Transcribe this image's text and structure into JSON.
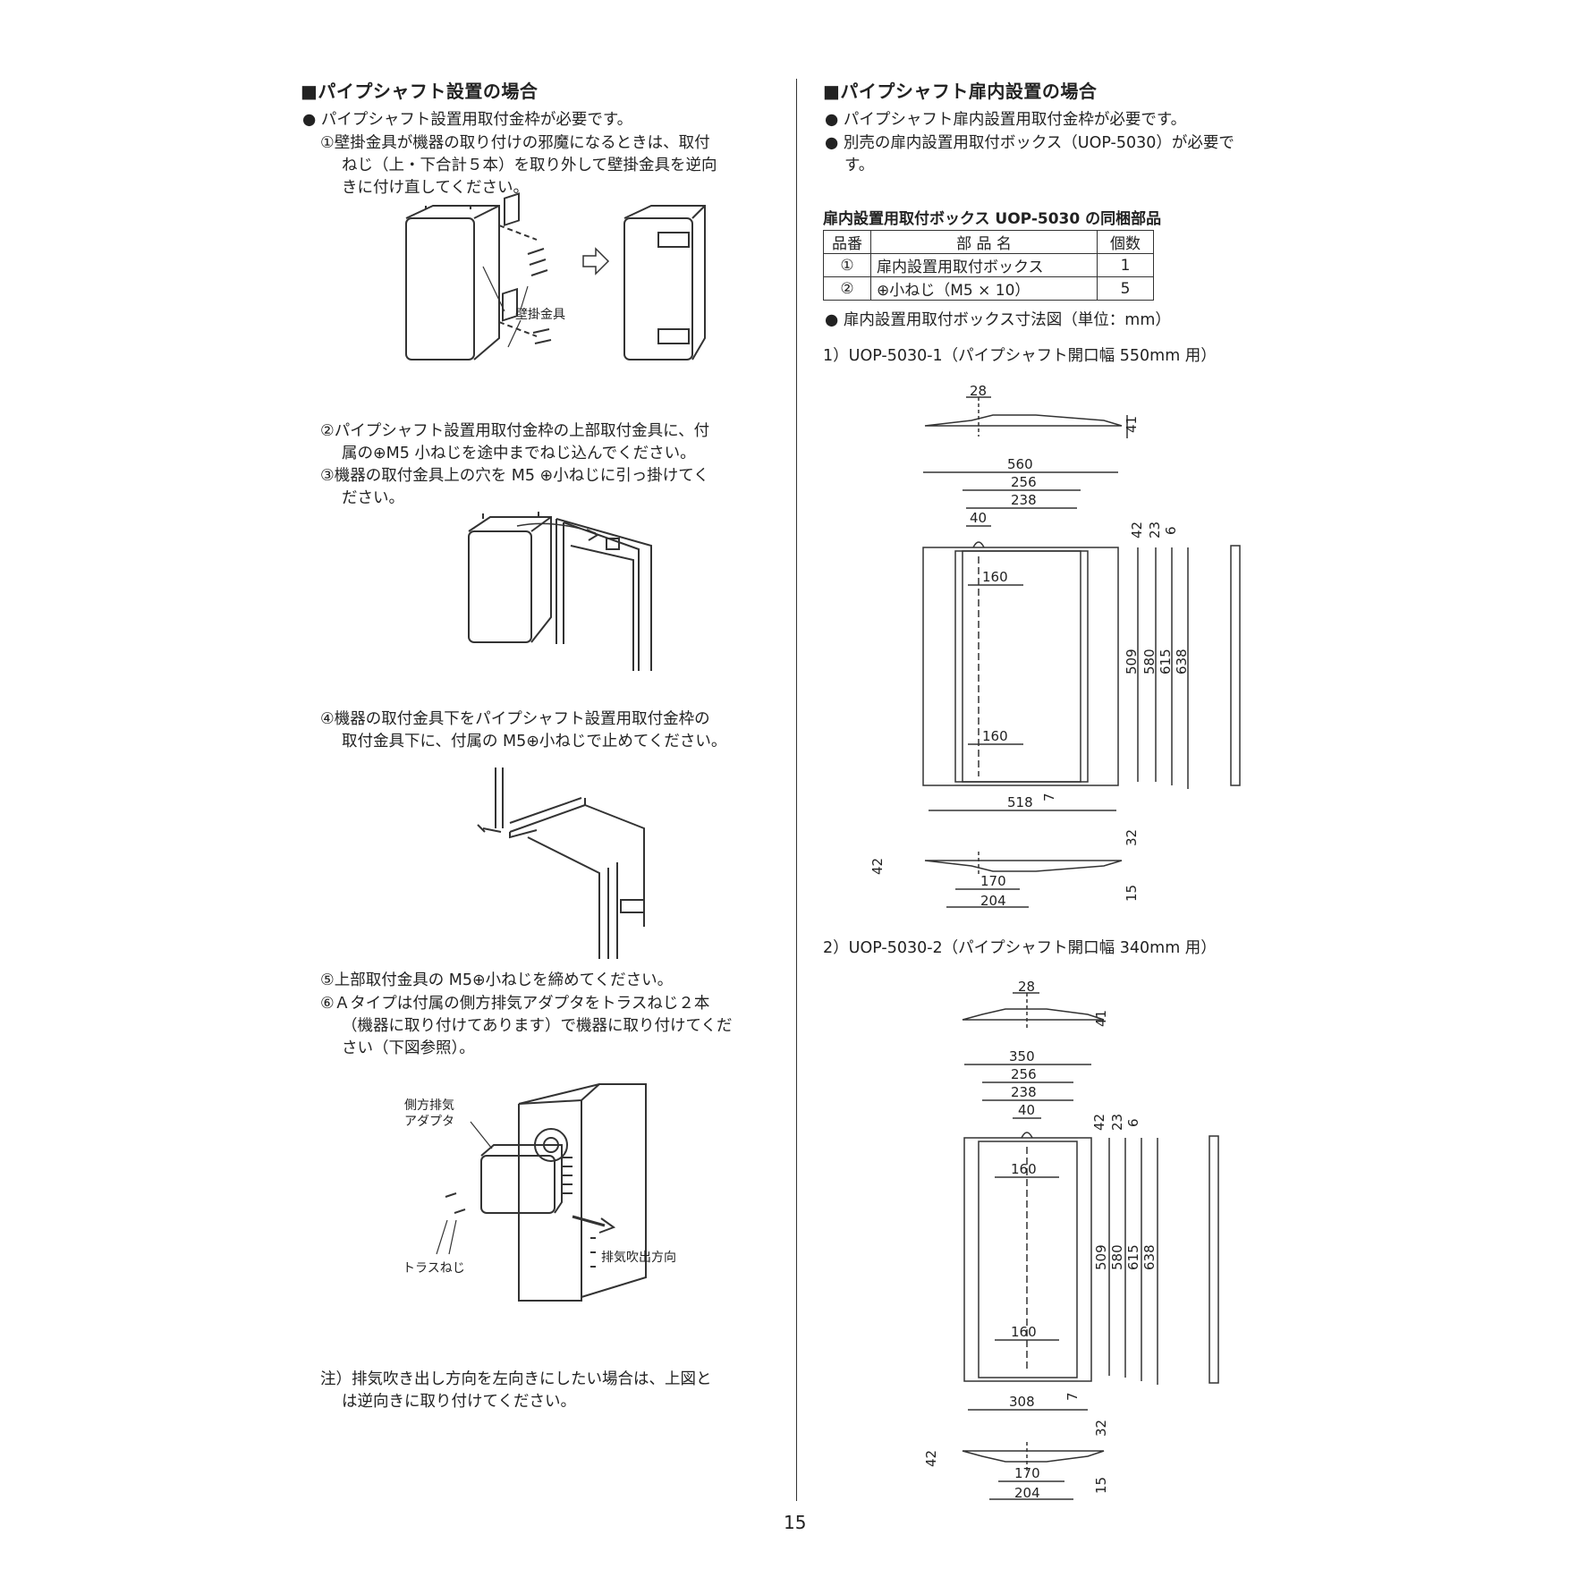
{
  "left": {
    "heading": "■パイプシャフト設置の場合",
    "bullet": "● パイプシャフト設置用取付金枠が必要です。",
    "step1": [
      "①壁掛金具が機器の取り付けの邪魔になるときは、取付",
      "ねじ（上・下合計５本）を取り外して壁掛金具を逆向",
      "きに付け直してください。"
    ],
    "fig1_label": "壁掛金具",
    "step2": [
      "②パイプシャフト設置用取付金枠の上部取付金具に、付",
      "属の⊕M5 小ねじを途中までねじ込んでください。"
    ],
    "step3": [
      "③機器の取付金具上の穴を M5 ⊕小ねじに引っ掛けてく",
      "ださい。"
    ],
    "step4": [
      "④機器の取付金具下をパイプシャフト設置用取付金枠の",
      "取付金具下に、付属の M5⊕小ねじで止めてください。"
    ],
    "step5": "⑤上部取付金具の M5⊕小ねじを締めてください。",
    "step6": [
      "⑥Ａタイプは付属の側方排気アダプタをトラスねじ２本",
      "（機器に取り付けてあります）で機器に取り付けてくだ",
      "さい（下図参照）。"
    ],
    "fig4_labels": {
      "adapter1": "側方排気",
      "adapter2": "アダプタ",
      "screw": "トラスねじ",
      "exhaust": "排気吹出方向"
    },
    "note": [
      "注）排気吹き出し方向を左向きにしたい場合は、上図と",
      "は逆向きに取り付けてください。"
    ]
  },
  "right": {
    "heading": "■パイプシャフト扉内設置の場合",
    "bullet1": "● パイプシャフト扉内設置用取付金枠が必要です。",
    "bullet2": [
      "● 別売の扉内設置用取付ボックス（UOP-5030）が必要で",
      "す。"
    ],
    "table_title": "扉内設置用取付ボックス UOP-5030 の同梱部品",
    "table_headers": [
      "品番",
      "部 品 名",
      "個数"
    ],
    "table_rows": [
      [
        "①",
        "扉内設置用取付ボックス",
        "1"
      ],
      [
        "②",
        "⊕小ねじ（M5 × 10）",
        "5"
      ]
    ],
    "bullet3": "● 扉内設置用取付ボックス寸法図（単位：mm）",
    "diagram1_title": "1）UOP-5030-1（パイプシャフト開口幅 550mm 用）",
    "diagram2_title": "2）UOP-5030-2（パイプシャフト開口幅 340mm 用）",
    "d1": {
      "top": "28",
      "t41": "41",
      "w": "560",
      "w256": "256",
      "w238": "238",
      "w40": "40",
      "h42": "42",
      "h23": "23",
      "h6": "6",
      "in160a": "160",
      "in160b": "160",
      "h509": "509",
      "h580": "580",
      "h615": "615",
      "h638": "638",
      "h7": "7",
      "w518": "518",
      "b32": "32",
      "b42": "42",
      "b170": "170",
      "b204": "204",
      "b15": "15"
    },
    "d2": {
      "top": "28",
      "t41": "41",
      "w": "350",
      "w256": "256",
      "w238": "238",
      "w40": "40",
      "h42": "42",
      "h23": "23",
      "h6": "6",
      "in160a": "160",
      "in160b": "160",
      "h509": "509",
      "h580": "580",
      "h615": "615",
      "h638": "638",
      "h7": "7",
      "w518": "308",
      "b32": "32",
      "b42": "42",
      "b170": "170",
      "b204": "204",
      "b15": "15"
    }
  },
  "page_number": "15"
}
